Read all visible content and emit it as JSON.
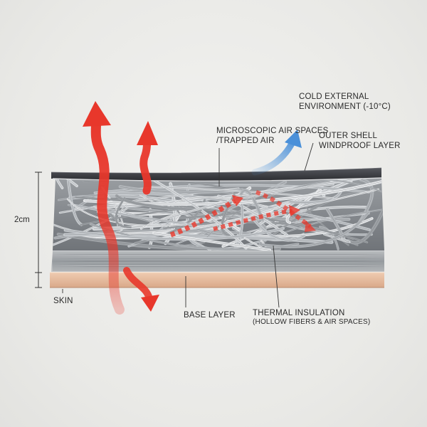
{
  "labels": {
    "cold_env": [
      "COLD EXTERNAL",
      "ENVIRONMENT (-10°C)"
    ],
    "air_spaces": [
      "MICROSCOPIC AIR SPACES",
      "/TRAPPED AIR"
    ],
    "outer_shell": [
      "OUTER SHELL",
      "WINDPROOF LAYER"
    ],
    "thickness": "2cm",
    "skin": "SKIN",
    "base_layer": "BASE LAYER",
    "insulation": [
      "THERMAL INSULATION",
      "(HOLLOW FIBERS & AIR SPACES)"
    ]
  },
  "colors": {
    "heat_arrow": "#e8372b",
    "cold_arrow": "#4a90d9",
    "outer_shell": "#3a3b40",
    "skin": "#e8c0a0",
    "fiber": "#a8acb0",
    "leader_line": "#333333"
  }
}
